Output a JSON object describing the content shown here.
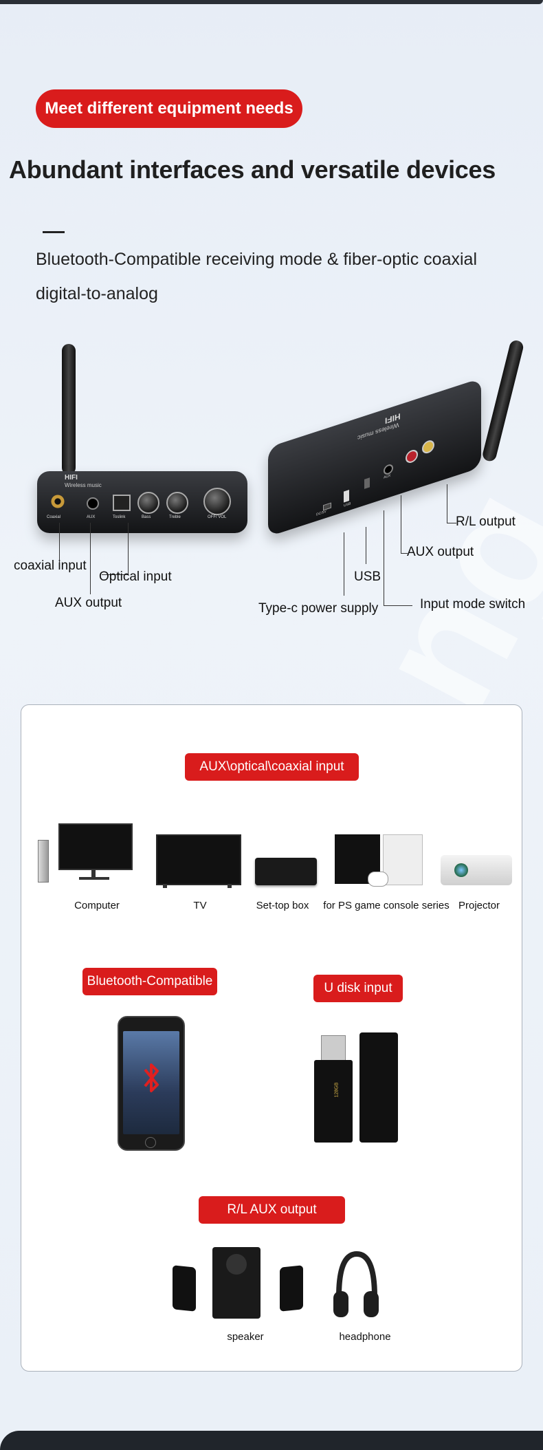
{
  "header": {
    "badge": "Meet different equipment needs",
    "title": "Abundant interfaces and versatile devices",
    "subtitle_line1": "Bluetooth-Compatible receiving mode & fiber-optic coaxial",
    "subtitle_line2": "digital-to-analog"
  },
  "watermark": "Yichulang",
  "left_device": {
    "brand": "HIFI",
    "model": "Wireless music",
    "port_labels": [
      "Coaxial",
      "AUX",
      "Toslink",
      "Bass",
      "Treble",
      "OFF/ VOL"
    ],
    "callouts": {
      "coaxial": "coaxial input",
      "optical": "Optical input",
      "aux": "AUX output"
    }
  },
  "right_device": {
    "brand": "HIFI",
    "model": "Wireless music",
    "port_labels": [
      "DC/5V",
      "USB",
      "AUX"
    ],
    "callouts": {
      "rl": "R/L output",
      "aux": "AUX output",
      "usb": "USB",
      "typec": "Type-c power supply",
      "switch": "Input mode switch"
    }
  },
  "card": {
    "section1": {
      "pill": "AUX\\optical\\coaxial input",
      "items": [
        "Computer",
        "TV",
        "Set-top box",
        "for PS game console series",
        "Projector"
      ]
    },
    "section2": {
      "bt_pill": "Bluetooth-Compatible",
      "usb_pill": "U disk input",
      "usb_brand": "128GB"
    },
    "section3": {
      "pill": "R/L AUX output",
      "items": [
        "speaker",
        "headphone"
      ]
    }
  },
  "colors": {
    "accent": "#d91c1c",
    "background": "#e7edf6",
    "device": "#1b1c1f"
  }
}
